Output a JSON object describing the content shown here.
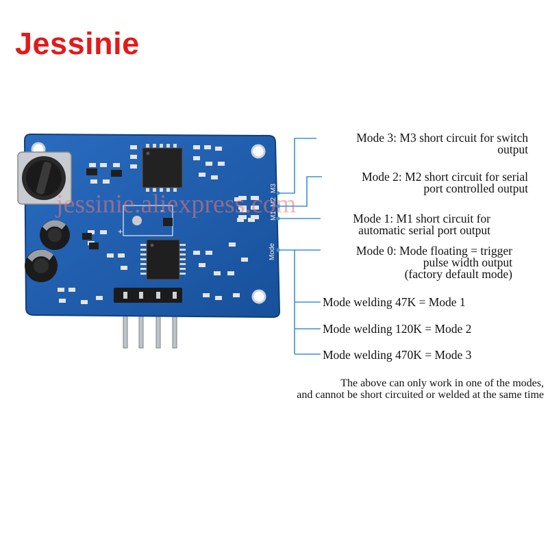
{
  "brand": "Jessinie",
  "watermark": "jessinie.aliexpress.com",
  "colors": {
    "brand": "#e31a1a",
    "pcb": "#1e5fae",
    "leader": "#3a8fd6"
  },
  "modes": [
    {
      "line1": "Mode 3: M3 short circuit for switch",
      "line2": "output"
    },
    {
      "line1": "Mode 2: M2 short circuit for serial",
      "line2": "port controlled output"
    },
    {
      "line1": "Mode 1: M1 short circuit for",
      "line2": "automatic serial port output"
    },
    {
      "line1": "Mode 0: Mode floating = trigger",
      "line2": "pulse width output",
      "line3": "(factory default mode)"
    }
  ],
  "welding": [
    "Mode welding 47K = Mode 1",
    "Mode welding 120K = Mode 2",
    "Mode welding 470K = Mode 3"
  ],
  "note": {
    "line1": "The above can only work in one of the modes,",
    "line2": "and cannot be short circuited or welded at the same time"
  },
  "silkscreen": {
    "mode": "Mode",
    "m1": "M1",
    "m2": "M2",
    "m3": "M3",
    "plus": "+",
    "minus": "-"
  }
}
